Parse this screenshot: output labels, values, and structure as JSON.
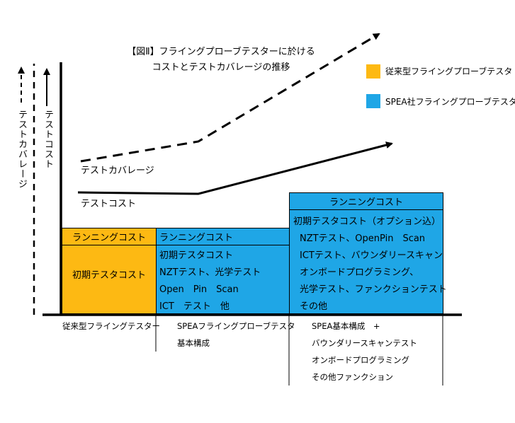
{
  "title": {
    "line1": "【図Ⅱ】フライングプローブテスターに於ける",
    "line2": "コストとテストカバレージの推移"
  },
  "legend": [
    {
      "label": "従来型フライングプローブテスタ",
      "color": "#FDB913"
    },
    {
      "label": "SPEA社フライングプローブテスタ",
      "color": "#1FA6E6"
    }
  ],
  "axes": {
    "coverage_label": "テストカバレージ",
    "cost_label": "テストコスト"
  },
  "curves": {
    "coverage": "テストカバレージ",
    "cost": "テストコスト"
  },
  "blocks": {
    "conventional": {
      "running": "ランニングコスト",
      "initial": "初期テスタコスト",
      "color": "#FDB913"
    },
    "spea_basic": {
      "running": "ランニングコスト",
      "lines": [
        "初期テスタコスト",
        "NZTテスト、光学テスト",
        "Open　Pin　Scan",
        "ICT　テスト　他"
      ],
      "color": "#1FA6E6"
    },
    "spea_full": {
      "running": "ランニングコスト",
      "lines": [
        "初期テスタコスト（オプション込）",
        "NZTテスト、OpenPin　Scan",
        "ICTテスト、バウンダリースキャン",
        "オンボードプログラミング、",
        "光学テスト、ファンクションテスト",
        "その他"
      ],
      "color": "#1FA6E6"
    }
  },
  "bottom_labels": {
    "conventional": "従来型フライングテスター",
    "spea_basic": [
      "SPEAフライングプローブテスタ",
      "基本構成"
    ],
    "spea_full": [
      "SPEA基本構成　+",
      "バウンダリースキャンテスト",
      "オンボードプログラミング",
      "その他ファンクション"
    ]
  }
}
